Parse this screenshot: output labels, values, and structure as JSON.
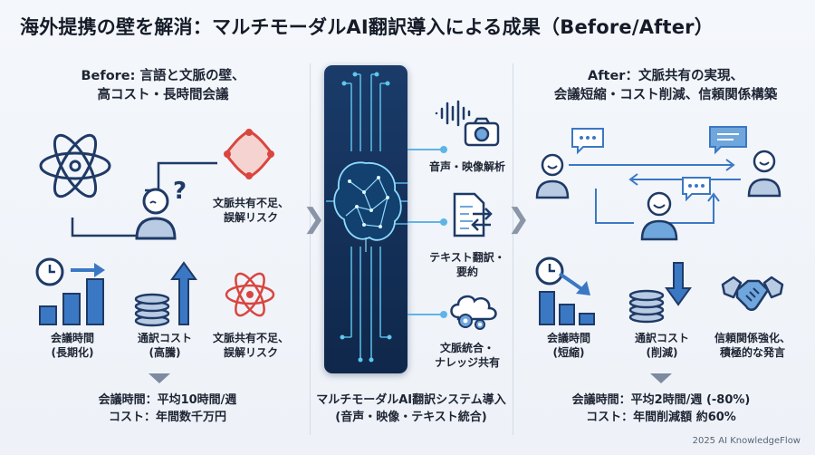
{
  "title": "海外提携の壁を解消：マルチモーダルAI翻訳導入による成果（Before/After）",
  "before": {
    "heading_line1": "Before: 言語と文脈の壁、",
    "heading_line2": "高コスト・長時間会議",
    "question_mark": "?",
    "misunderstanding_line1": "文脈共有不足、",
    "misunderstanding_line2": "誤解リスク",
    "meeting_line1": "会議時間",
    "meeting_line2": "(長期化)",
    "cost_line1": "通訳コスト",
    "cost_line2": "(高騰)",
    "risk_line1": "文脈共有不足、",
    "risk_line2": "誤解リスク",
    "summary_line1": "会議時間：平均10時間/週",
    "summary_line2": "コスト：年間数千万円"
  },
  "middle": {
    "audio_video": "音声・映像解析",
    "text_line1": "テキスト翻訳・",
    "text_line2": "要約",
    "context_line1": "文脈統合・",
    "context_line2": "ナレッジ共有",
    "summary_line1": "マルチモーダルAI翻訳システム導入",
    "summary_line2": "(音声・映像・テキスト統合)"
  },
  "after": {
    "heading_line1": "After：文脈共有の実現、",
    "heading_line2": "会議短縮・コスト削減、信頼関係構築",
    "meeting_line1": "会議時間",
    "meeting_line2": "(短縮)",
    "cost_line1": "通訳コスト",
    "cost_line2": "(削減)",
    "trust_line1": "信頼関係強化、",
    "trust_line2": "積極的な発言",
    "summary_line1": "会議時間：平均2時間/週 (-80%)",
    "summary_line2": "コスト：年間削減額 約60%"
  },
  "footer": "2025 AI KnowledgeFlow",
  "colors": {
    "navy": "#1f3a66",
    "blue": "#3b78c4",
    "light_blue": "#6fa6dc",
    "red": "#d9463f",
    "panel": "#14305a",
    "circuit": "#5fc6f0"
  },
  "icons": [
    "network-icon",
    "confused-person-icon",
    "tangled-knot-icon",
    "clock-icon",
    "bar-chart-icon",
    "coin-stack-icon",
    "up-arrow-icon",
    "ai-brain-icon",
    "waveform-icon",
    "camera-icon",
    "document-icon",
    "cloud-gear-icon",
    "speech-bubble-icon",
    "person-icon",
    "down-arrow-icon",
    "handshake-icon"
  ]
}
